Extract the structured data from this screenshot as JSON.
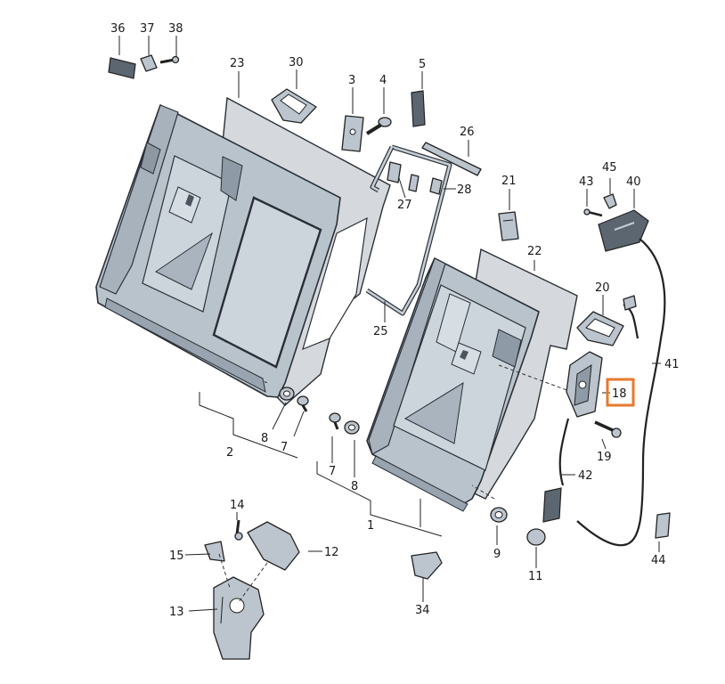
{
  "labels": {
    "l1": "1",
    "l2": "2",
    "l3": "3",
    "l4": "4",
    "l5": "5",
    "l7a": "7",
    "l7b": "7",
    "l8a": "8",
    "l8b": "8",
    "l9": "9",
    "l11": "11",
    "l12": "12",
    "l13": "13",
    "l14": "14",
    "l15": "15",
    "l18": "18",
    "l19": "19",
    "l20": "20",
    "l21": "21",
    "l22": "22",
    "l23": "23",
    "l25": "25",
    "l26": "26",
    "l27": "27",
    "l28": "28",
    "l30": "30",
    "l34": "34",
    "l36": "36",
    "l37": "37",
    "l38": "38",
    "l40": "40",
    "l41": "41",
    "l42": "42",
    "l43": "43",
    "l44": "44",
    "l45": "45"
  },
  "highlight": {
    "part": "18",
    "color": "#e8792d"
  }
}
